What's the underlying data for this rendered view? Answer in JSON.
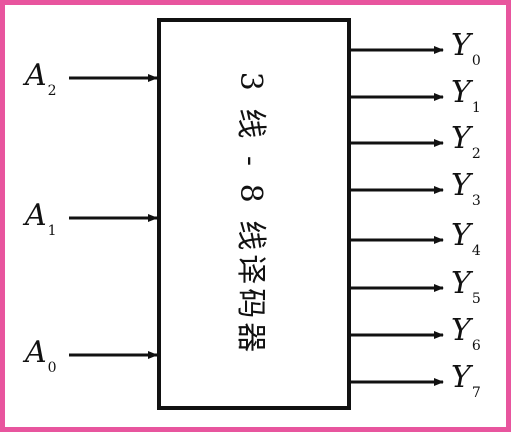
{
  "block": {
    "label": "3 线 - 8 线译码器"
  },
  "inputs": [
    {
      "letter": "A",
      "index": "2"
    },
    {
      "letter": "A",
      "index": "1"
    },
    {
      "letter": "A",
      "index": "0"
    }
  ],
  "outputs": [
    {
      "letter": "Y",
      "index": "0"
    },
    {
      "letter": "Y",
      "index": "1"
    },
    {
      "letter": "Y",
      "index": "2"
    },
    {
      "letter": "Y",
      "index": "3"
    },
    {
      "letter": "Y",
      "index": "4"
    },
    {
      "letter": "Y",
      "index": "5"
    },
    {
      "letter": "Y",
      "index": "6"
    },
    {
      "letter": "Y",
      "index": "7"
    }
  ],
  "colors": {
    "frame": "#e8559e",
    "ink": "#111111"
  }
}
